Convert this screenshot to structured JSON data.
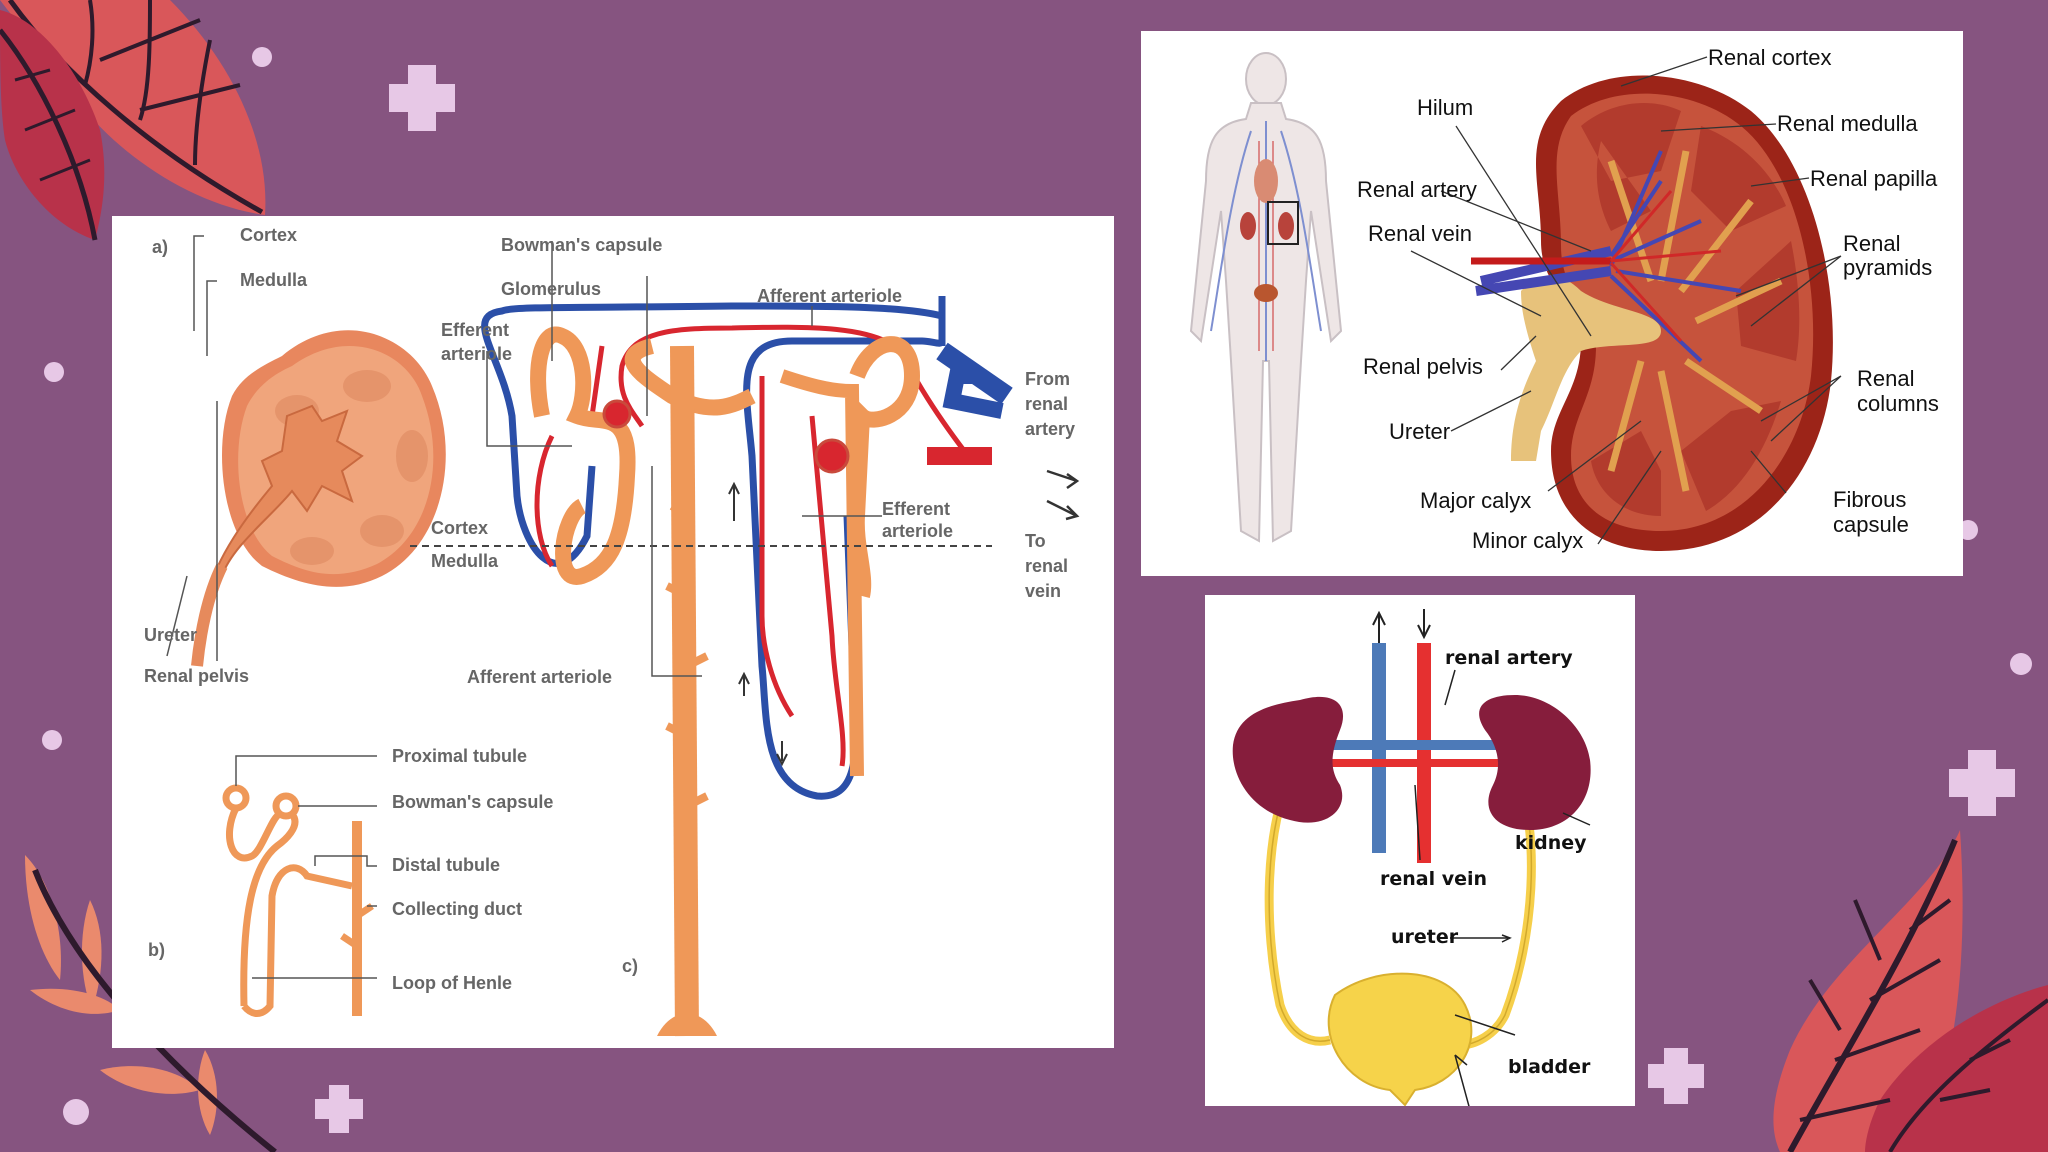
{
  "colors": {
    "background": "#865480",
    "leaf_coral": "#d9575a",
    "leaf_dark": "#b8324a",
    "leaf_stem": "#2e1a2c",
    "sparkle": "#e7c8e6",
    "artery_red": "#d8262f",
    "vein_blue": "#2b4fa8",
    "tubule_orange": "#ef9858",
    "kidney_maroon": "#861d3c",
    "ureter_yellow": "#f6cf4a"
  },
  "decorations": {
    "leaf_icons": [
      "leaf-icon",
      "leaf-icon",
      "leaf-icon",
      "leaf-icon"
    ],
    "sparkle_icons": [
      "plus-sparkle-icon",
      "dot-sparkle-icon"
    ]
  },
  "panel_nephron": {
    "kidney_section": {
      "part_label": "a)",
      "cortex": "Cortex",
      "medulla": "Medulla",
      "ureter": "Ureter",
      "renal_pelvis": "Renal pelvis"
    },
    "nephron_outline": {
      "part_label": "b)",
      "proximal_tubule": "Proximal tubule",
      "bowmans_capsule": "Bowman's capsule",
      "distal_tubule": "Distal tubule",
      "collecting_duct": "Collecting duct",
      "loop_of_henle": "Loop of Henle"
    },
    "nephron_detail": {
      "part_label": "c)",
      "bowmans_capsule": "Bowman's capsule",
      "glomerulus": "Glomerulus",
      "efferent_arteriole_top_line1": "Efferent",
      "efferent_arteriole_top_line2": "arteriole",
      "afferent_arteriole_top": "Afferent arteriole",
      "cortex": "Cortex",
      "medulla": "Medulla",
      "efferent_arteriole_right_line1": "Efferent",
      "efferent_arteriole_right_line2": "arteriole",
      "afferent_arteriole_bottom": "Afferent arteriole",
      "from_renal_artery": [
        "From",
        "renal",
        "artery"
      ],
      "to_renal_vein": [
        "To",
        "renal",
        "vein"
      ]
    }
  },
  "panel_kidney_anatomy": {
    "renal_cortex": "Renal cortex",
    "hilum": "Hilum",
    "renal_medulla": "Renal medulla",
    "renal_artery": "Renal artery",
    "renal_papilla": "Renal papilla",
    "renal_vein": "Renal vein",
    "renal_pyramids": [
      "Renal",
      "pyramids"
    ],
    "renal_pelvis": "Renal pelvis",
    "renal_columns": [
      "Renal",
      "columns"
    ],
    "ureter": "Ureter",
    "major_calyx": "Major calyx",
    "fibrous_capsule": [
      "Fibrous",
      "capsule"
    ],
    "minor_calyx": "Minor calyx"
  },
  "panel_urinary_system": {
    "renal_artery": "renal artery",
    "kidney": "kidney",
    "renal_vein": "renal vein",
    "ureter": "ureter",
    "bladder": "bladder"
  }
}
